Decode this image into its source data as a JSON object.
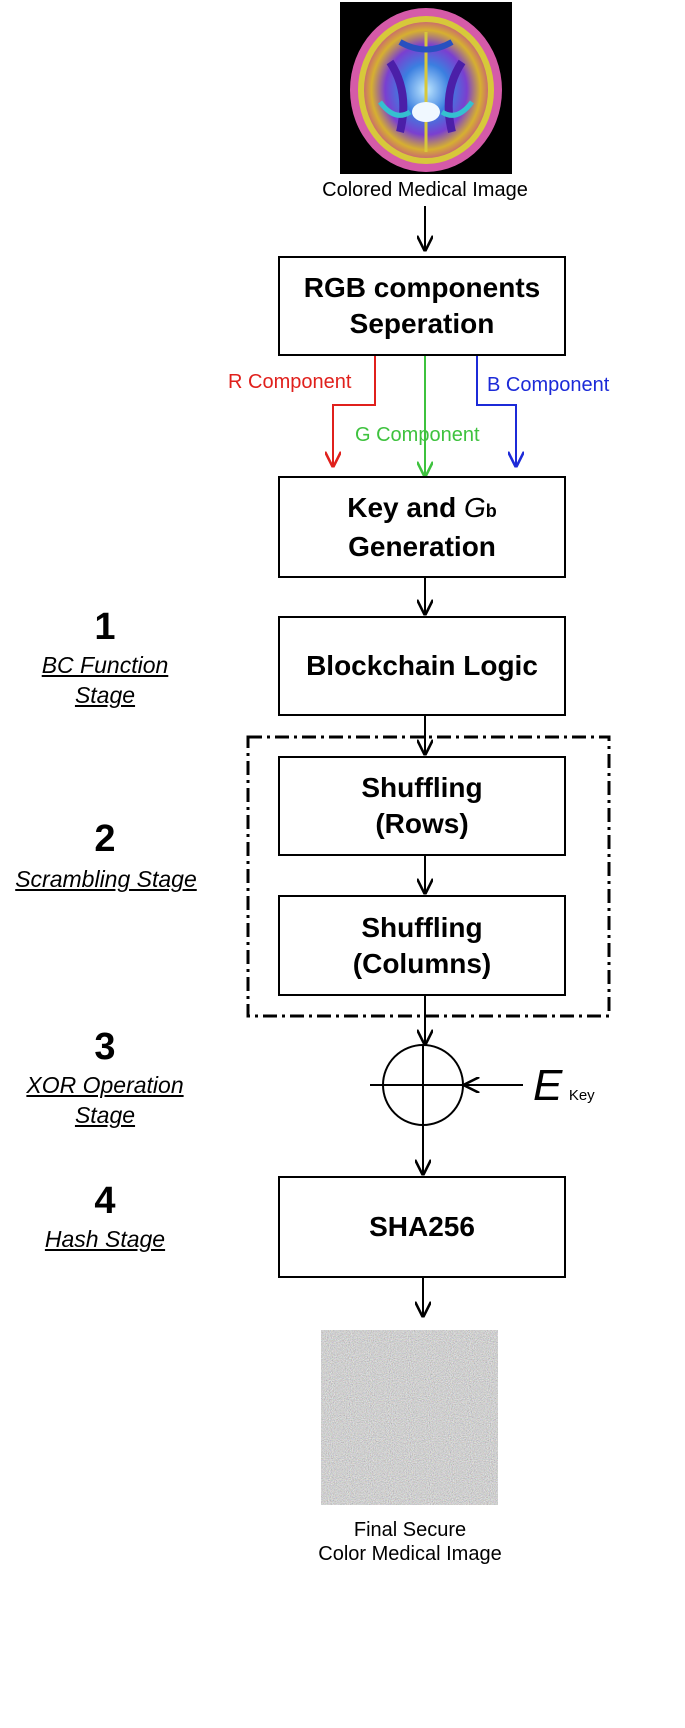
{
  "input_caption": "Colored Medical Image",
  "output_caption": [
    "Final Secure",
    "Color Medical Image"
  ],
  "boxes": {
    "rgb": [
      "RGB components",
      "Seperation"
    ],
    "key": {
      "line1": "Key and",
      "g": "G",
      "b": "b",
      "line2": "Generation"
    },
    "blockchain": "Blockchain Logic",
    "shuffle_rows": [
      "Shuffling",
      "(Rows)"
    ],
    "shuffle_cols": [
      "Shuffling",
      "(Columns)"
    ],
    "sha": "SHA256"
  },
  "components": {
    "r": "R Component",
    "g": "G Component",
    "b": "B Component"
  },
  "colors": {
    "r": "#e0201c",
    "g": "#3ec23e",
    "b": "#1c2ad8"
  },
  "stages": [
    {
      "num": "1",
      "name": [
        "BC Function",
        "Stage"
      ]
    },
    {
      "num": "2",
      "name": [
        "Scrambling Stage"
      ]
    },
    {
      "num": "3",
      "name": [
        "XOR Operation",
        "Stage"
      ]
    },
    {
      "num": "4",
      "name": [
        "Hash Stage"
      ]
    }
  ],
  "xor_key": {
    "e": "E",
    "sub": "Key"
  }
}
